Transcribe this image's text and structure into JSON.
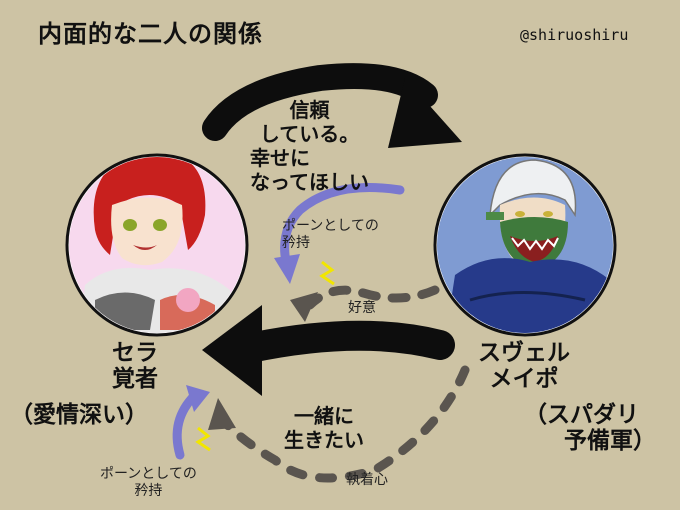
{
  "title": "内面的な二人の関係",
  "handle": "@shiruoshiru",
  "colors": {
    "background": "#cdc3a4",
    "arrow_black": "#0d0d0d",
    "arrow_dashed": "#5a554f",
    "arrow_purple": "#7a78cf",
    "spark": "#f2e600",
    "portrait_left_bg": "#f7d9ee",
    "portrait_right_bg": "#7f9bd2"
  },
  "left_character": {
    "name_line1": "セラ",
    "name_line2": "覚者",
    "trait": "（愛情深い）"
  },
  "right_character": {
    "name_line1": "スヴェル",
    "name_line2": "メイポ",
    "trait_line1": "（スパダリ",
    "trait_line2": "予備軍）"
  },
  "top_arrow_label": {
    "line1": "信頼",
    "line2": "している。",
    "line3": "幸せに",
    "line4": "なってほしい"
  },
  "middle_arrow_label": {
    "line1": "一緒に",
    "line2": "生きたい"
  },
  "dashed_top_label": "好意",
  "dashed_bottom_label": "執着心",
  "pride_label_upper": {
    "line1": "ポーンとしての",
    "line2": "矜持"
  },
  "pride_label_lower": {
    "line1": "ポーンとしての",
    "line2": "矜持"
  }
}
